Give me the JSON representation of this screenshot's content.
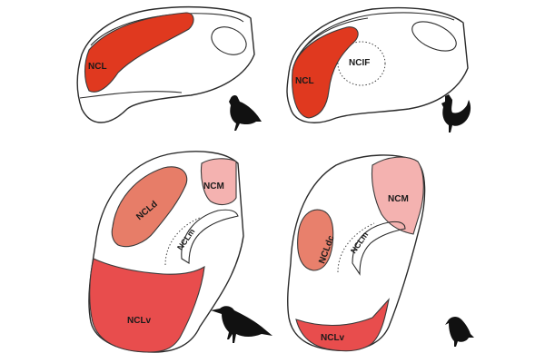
{
  "panels": [
    {
      "species": "pigeon",
      "labels": {
        "ncl": "NCL"
      }
    },
    {
      "species": "chicken",
      "labels": {
        "ncl": "NCL",
        "nclf": "NCIF"
      }
    },
    {
      "species": "crow",
      "labels": {
        "ncld": "NCLd",
        "ncm": "NCM",
        "nclm": "NCLm",
        "nclv": "NCLv"
      }
    },
    {
      "species": "songbird",
      "labels": {
        "ncldc": "NCLdc",
        "ncm": "NCM",
        "nclm": "NCLm",
        "nclv": "NCLv"
      }
    }
  ],
  "colors": {
    "ncl_dark": "#e0391f",
    "ncld": "#e77d68",
    "ncm": "#f4b2b0",
    "nclv": "#e84d4d",
    "ncldc": "#e8806c",
    "outline": "#2b2b2b"
  },
  "icons": [
    "pigeon-icon",
    "chicken-icon",
    "crow-icon",
    "songbird-icon"
  ]
}
